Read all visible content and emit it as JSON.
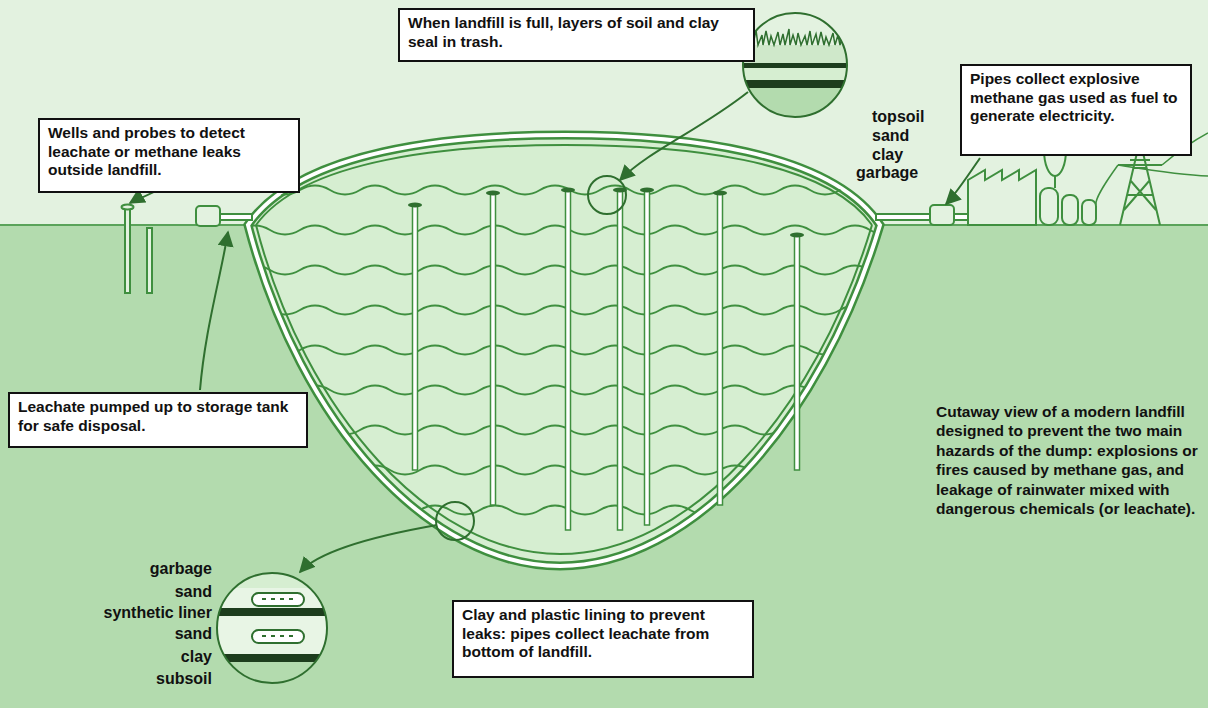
{
  "diagram": {
    "nodes": [
      {
        "text": [
          "When landfill is full, layers of soil and clay seal in trash."
        ]
      },
      {
        "text": [
          "Wells and probes to detect leachate or methane leaks outside landfill."
        ]
      },
      {
        "text": [
          "Pipes collect explosive methane gas used as fuel to generate electricity."
        ]
      },
      {
        "text": [
          "Leachate pumped up to storage tank for safe disposal."
        ]
      },
      {
        "text": [
          "Clay and plastic lining to prevent leaks: pipes collect leachate from bottom of landfill."
        ]
      }
    ],
    "labels": [
      "topsoil",
      "sand",
      "clay",
      "garbage",
      "Cutaway view of a modern landfill designed to prevent the two main hazards of the dump: explosions or fires caused by methane gas, and leakage of rainwater mixed with dangerous chemicals (or leachate).",
      "garbage",
      "sand",
      "synthetic liner",
      "sand",
      "clay",
      "subsoil"
    ]
  }
}
